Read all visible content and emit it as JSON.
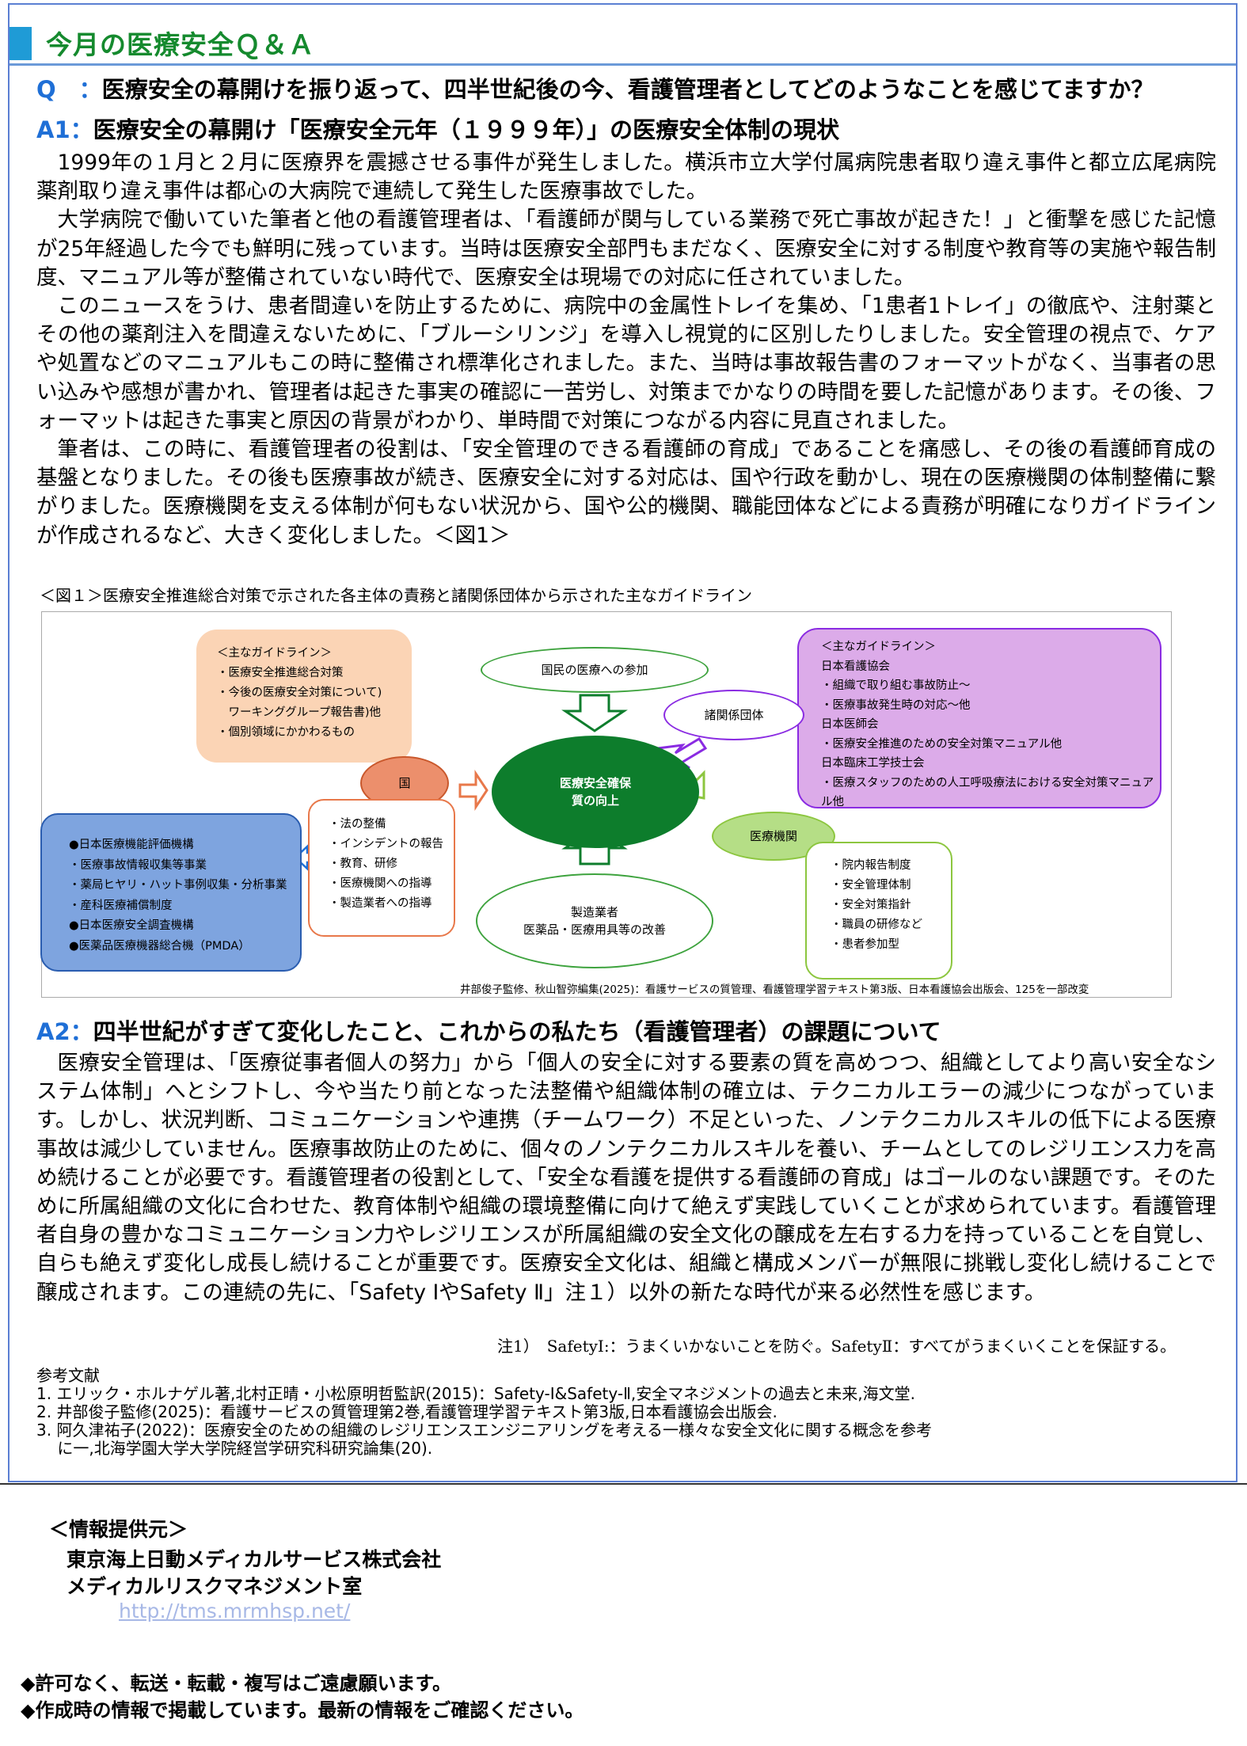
{
  "header": {
    "title": "今月の医療安全Ｑ＆Ａ"
  },
  "question": {
    "label": "Q　：",
    "text": "医療安全の幕開けを振り返って、四半世紀後の今、看護管理者としてどのようなことを感じてますか？"
  },
  "answer1": {
    "label": "A1：",
    "heading": "医療安全の幕開け「医療安全元年（１９９９年）」の医療安全体制の現状",
    "paragraphs": [
      "1999年の１月と２月に医療界を震撼させる事件が発生しました。横浜市立大学付属病院患者取り違え事件と都立広尾病院薬剤取り違え事件は都心の大病院で連続して発生した医療事故でした。",
      "大学病院で働いていた筆者と他の看護管理者は、「看護師が関与している業務で死亡事故が起きた！」と衝撃を感じた記憶が25年経過した今でも鮮明に残っています。当時は医療安全部門もまだなく、医療安全に対する制度や教育等の実施や報告制度、マニュアル等が整備されていない時代で、医療安全は現場での対応に任されていました。",
      "このニュースをうけ、患者間違いを防止するために、病院中の金属性トレイを集め、「1患者1トレイ」の徹底や、注射薬とその他の薬剤注入を間違えないために、「ブルーシリンジ」を導入し視覚的に区別したりしました。安全管理の視点で、ケアや処置などのマニュアルもこの時に整備され標準化されました。また、当時は事故報告書のフォーマットがなく、当事者の思い込みや感想が書かれ、管理者は起きた事実の確認に一苦労し、対策までかなりの時間を要した記憶があります。その後、フォーマットは起きた事実と原因の背景がわかり、単時間で対策につながる内容に見直されました。",
      "筆者は、この時に、看護管理者の役割は、「安全管理のできる看護師の育成」であることを痛感し、その後の看護師育成の基盤となりました。その後も医療事故が続き、医療安全に対する対応は、国や行政を動かし、現在の医療機関の体制整備に繋がりました。医療機関を支える体制が何もない状況から、国や公的機関、職能団体などによる責務が明確になりガイドラインが作成されるなど、大きく変化しました。＜図1＞"
    ]
  },
  "figure": {
    "caption": "＜図１＞医療安全推進総合対策で示された各主体の責務と諸関係団体から示された主なガイドライン",
    "guideline_left": [
      "＜主なガイドライン＞",
      "・医療安全推進総合対策",
      "・今後の医療安全対策について)",
      "　ワーキンググループ報告書)他",
      "・個別領域にかかわるもの"
    ],
    "guideline_right": [
      "＜主なガイドライン＞",
      "日本看護協会",
      "・組織で取り組む事故防止～",
      "・医療事故発生時の対応～他",
      "日本医師会",
      "・医療安全推進のための安全対策マニュアル他",
      "日本臨床工学技士会",
      "・医療スタッフのための人工呼吸療法における安全対策マニュアル他"
    ],
    "citizen": "国民の医療への参加",
    "related_orgs": "諸関係団体",
    "country": "国",
    "center": [
      "医療安全確保",
      "質の向上"
    ],
    "institutions": "医療機関",
    "country_duties": [
      "・法の整備",
      "・インシデントの報告",
      "・教育、研修",
      "・医療機関への指導",
      "・製造業者への指導"
    ],
    "manufacturer": [
      "製造業者",
      "医薬品・医療用具等の改善"
    ],
    "institution_duties": [
      "・院内報告制度",
      "・安全管理体制",
      "・安全対策指針",
      "・職員の研修など",
      "・患者参加型"
    ],
    "agencies": [
      "●日本医療機能評価機構",
      "・医療事故情報収集等事業",
      "・薬局ヒヤリ・ハット事例収集・分析事業",
      "・産科医療補償制度",
      "●日本医療安全調査機構",
      "●医薬品医療機器総合機（PMDA）"
    ],
    "source": "井部俊子監修、秋山智弥編集(2025)：看護サービスの質管理、看護管理学習テキスト第3版、日本看護協会出版会、125を一部改変"
  },
  "answer2": {
    "label": "A2：",
    "heading": "四半世紀がすぎて変化したこと、これからの私たち（看護管理者）の課題について",
    "paragraph": "医療安全管理は、「医療従事者個人の努力」から「個人の安全に対する要素の質を高めつつ、組織としてより高い安全なシステム体制」へとシフトし、今や当たり前となった法整備や組織体制の確立は、テクニカルエラーの減少につながっています。しかし、状況判断、コミュニケーションや連携（チームワーク）不足といった、ノンテクニカルスキルの低下による医療事故は減少していません。医療事故防止のために、個々のノンテクニカルスキルを養い、チームとしてのレジリエンス力を高め続けることが必要です。看護管理者の役割として、「安全な看護を提供する看護師の育成」はゴールのない課題です。そのために所属組織の文化に合わせた、教育体制や組織の環境整備に向けて絶えず実践していくことが求められています。看護管理者自身の豊かなコミュニケーション力やレジリエンスが所属組織の安全文化の醸成を左右する力を持っていることを自覚し、自らも絶えず変化し成長し続けることが重要です。医療安全文化は、組織と構成メンバーが無限に挑戦し変化し続けることで醸成されます。この連続の先に、「Safety ⅠやSafety Ⅱ」注１）以外の新たな時代が来る必然性を感じます。",
    "note": "注1）　SafetyⅠ:：うまくいかないことを防ぐ。SafetyⅡ：すべてがうまくいくことを保証する。"
  },
  "references": {
    "heading": "参考文献",
    "items": [
      "1. エリック・ホルナゲル著,北村正晴・小松原明哲監訳(2015)：Safety-Ⅰ&Safety-Ⅱ,安全マネジメントの過去と未来,海文堂.",
      "2. 井部俊子監修(2025)：看護サービスの質管理第2巻,看護管理学習テキスト第3版,日本看護協会出版会.",
      "3. 阿久津祐子(2022)：医療安全のための組織のレジリエンスエンジニアリングを考える一様々な安全文化に関する概念を参考",
      "　 に一,北海学園大学大学院経営学研究科研究論集(20)."
    ]
  },
  "provider": {
    "label": "＜情報提供元＞",
    "company": "東京海上日動メディカルサービス株式会社",
    "department": "メディカルリスクマネジメント室",
    "url": "http://tms.mrmhsp.net/"
  },
  "notices": [
    "◆許可なく、転送・転載・複写はご遠慮願います。",
    "◆作成時の情報で掲載しています。最新の情報をご確認ください。"
  ],
  "colors": {
    "title": "#158a2e",
    "label_blue": "#1f6fd6",
    "frame": "#5b7fd3",
    "green_oval": "#0d7d2c",
    "orange": "#e8784a",
    "purple": "#cf97e8",
    "blue_box": "#7ea4df"
  }
}
